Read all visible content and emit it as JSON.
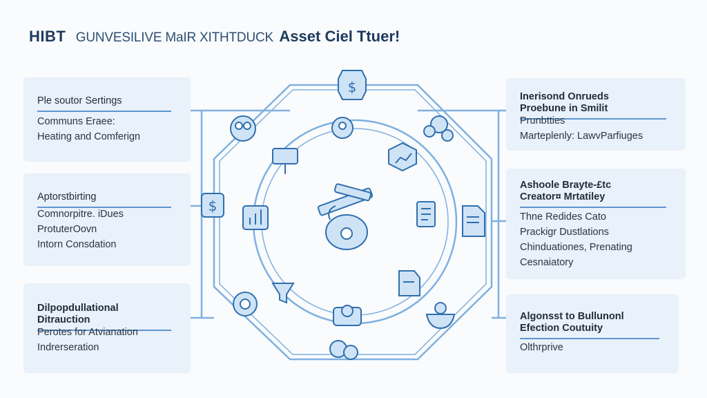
{
  "header": {
    "part1": "HIBT",
    "part2": "GUNVESILIVE MaIR XITHTDUCK",
    "part3": "Asset Ciel Ttuer!"
  },
  "left_cards": [
    {
      "heading": "Ple soutor Sertings",
      "lines": [
        "Communs Eraee:",
        "Heating and Comferign"
      ]
    },
    {
      "heading": "Aptorstbirting",
      "lines": [
        "Comnorpitre. iDues",
        "ProtuterOovn",
        "Intorn Consdation"
      ]
    },
    {
      "heading": "Dilpopdullational Ditrauction",
      "lines": [
        "Perotes for Atvianation",
        "Indrerseration"
      ]
    }
  ],
  "right_cards": [
    {
      "heading_lines": [
        "Inerisond Onrueds",
        "Proebune in Smilit"
      ],
      "lines": [
        "Prunbtties",
        "Marteplenly: LawvParfiuges"
      ]
    },
    {
      "heading_lines": [
        "Ashoole Brayte-£tc",
        "Creator¤ Mrtatiley"
      ],
      "lines": [
        "Thne Redides Cato",
        "Prackigr Dustlations",
        "Chinduationes, Prenating",
        "Cesnaiatory"
      ]
    },
    {
      "heading_lines": [
        "Algonsst to Bullunonl",
        "Efection Coutuity"
      ],
      "lines": [
        "Olthrprive"
      ]
    }
  ],
  "icons": {
    "center": "handshake-tools-icon",
    "outer": [
      "dollar-badge-icon",
      "people-group-icon",
      "globe-network-icon",
      "bar-chart-icon",
      "document-icon",
      "dollar-card-icon",
      "brain-gear-icon",
      "money-bowl-icon",
      "team-icon"
    ],
    "inner": [
      "people-coin-icon",
      "handshake-icon",
      "presentation-board-icon",
      "growth-chart-icon",
      "document-list-icon",
      "bulletin-icon",
      "filter-funnel-icon",
      "wallet-icon"
    ]
  },
  "colors": {
    "accent": "#5d95cf",
    "icon_fill": "#cfe3f7",
    "icon_stroke": "#2f6fae",
    "card_bg": "#e9f1fa",
    "line": "#7fb0e0"
  }
}
